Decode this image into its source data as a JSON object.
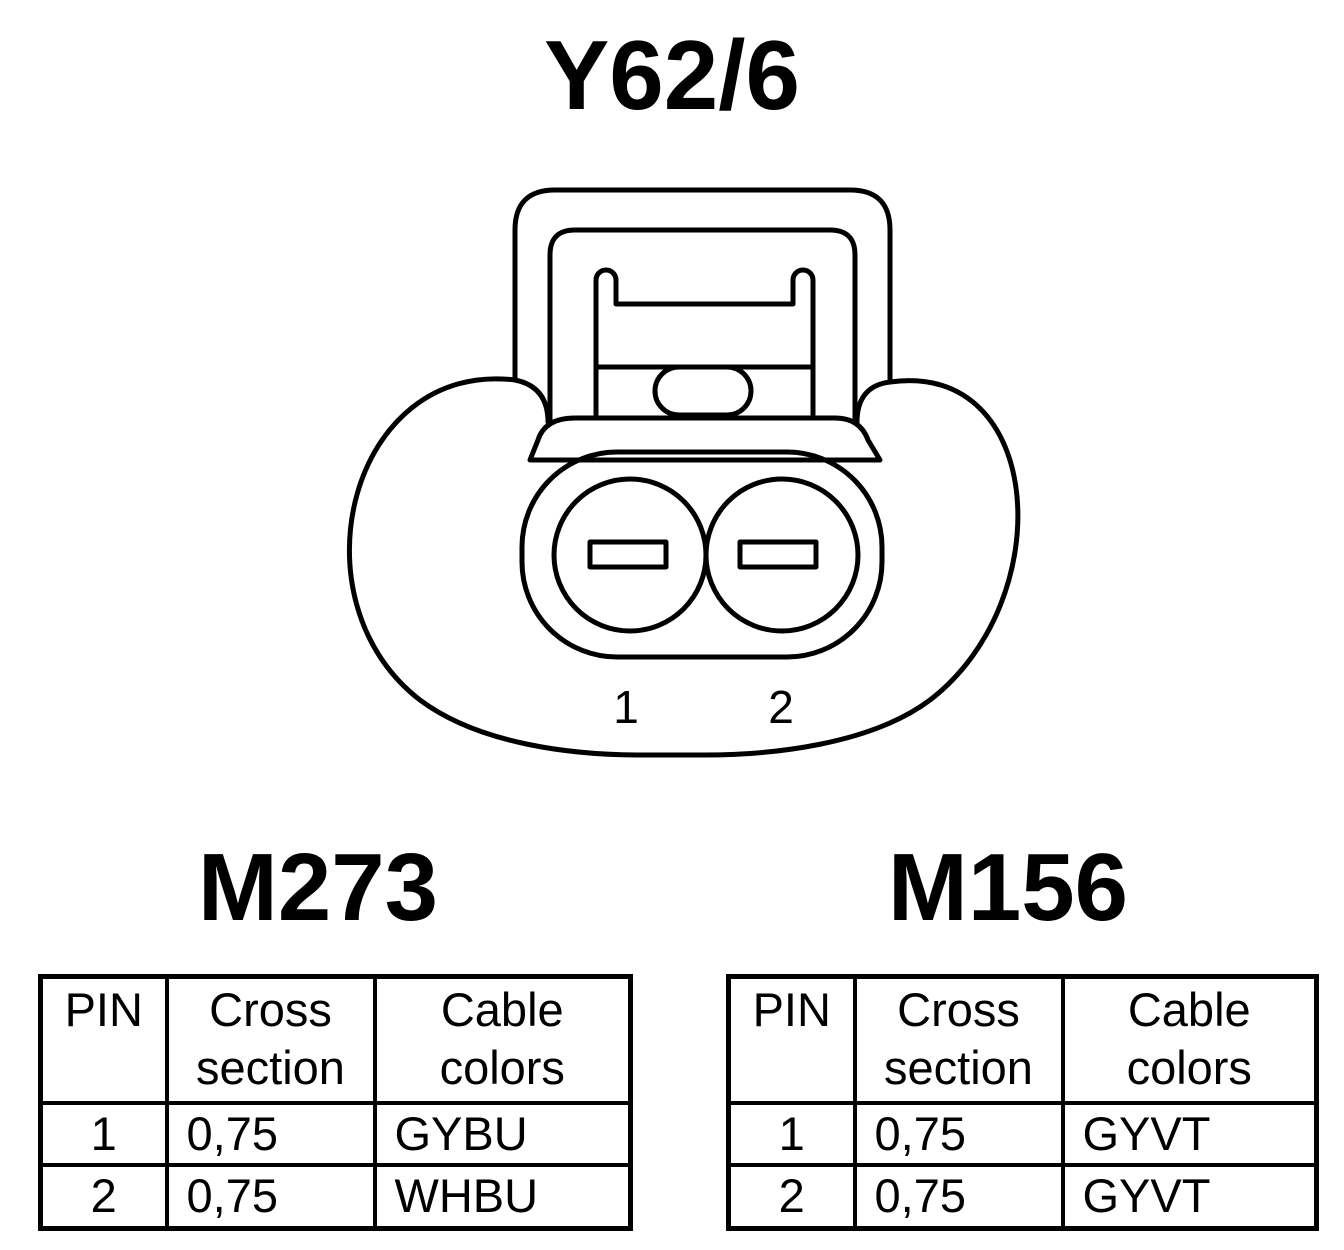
{
  "connector": {
    "title": "Y62/6",
    "pin_labels": [
      "1",
      "2"
    ]
  },
  "tables": [
    {
      "title": "M273",
      "headers": {
        "pin": "PIN",
        "cross_line1": "Cross",
        "cross_line2": "section",
        "color_line1": "Cable",
        "color_line2": "colors"
      },
      "rows": [
        {
          "pin": "1",
          "cross": "0,75",
          "color": "GYBU"
        },
        {
          "pin": "2",
          "cross": "0,75",
          "color": "WHBU"
        }
      ]
    },
    {
      "title": "M156",
      "headers": {
        "pin": "PIN",
        "cross_line1": "Cross",
        "cross_line2": "section",
        "color_line1": "Cable",
        "color_line2": "colors"
      },
      "rows": [
        {
          "pin": "1",
          "cross": "0,75",
          "color": "GYVT"
        },
        {
          "pin": "2",
          "cross": "0,75",
          "color": "GYVT"
        }
      ]
    }
  ]
}
